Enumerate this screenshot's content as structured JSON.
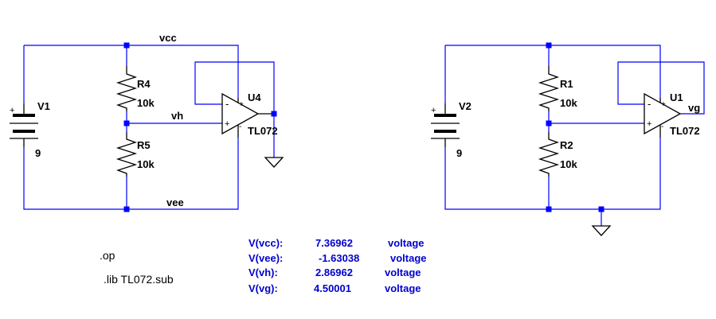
{
  "colors": {
    "wire": "#0000ff",
    "node": "#0000ff",
    "part": "#000000",
    "result_text": "#0000cd",
    "background": "#ffffff"
  },
  "left_circuit": {
    "source": {
      "name": "V1",
      "value": "9"
    },
    "r_top": {
      "name": "R4",
      "value": "10k"
    },
    "r_bottom": {
      "name": "R5",
      "value": "10k"
    },
    "opamp": {
      "name": "U4",
      "model": "TL072",
      "minus": "-",
      "plus": "+"
    },
    "net_top": "vcc",
    "net_mid": "vh",
    "net_bottom": "vee",
    "battery_plus": "+"
  },
  "right_circuit": {
    "source": {
      "name": "V2",
      "value": "9"
    },
    "r_top": {
      "name": "R1",
      "value": "10k"
    },
    "r_bottom": {
      "name": "R2",
      "value": "10k"
    },
    "opamp": {
      "name": "U1",
      "model": "TL072",
      "minus": "-",
      "plus": "+"
    },
    "net_out": "vg",
    "battery_plus": "+"
  },
  "directives": {
    "op": ".op",
    "lib": ".lib TL072.sub"
  },
  "results": [
    {
      "name": "V(vcc):",
      "value": "7.36962",
      "unit": "voltage"
    },
    {
      "name": "V(vee):",
      "value": "-1.63038",
      "unit": "voltage"
    },
    {
      "name": "V(vh):",
      "value": "2.86962",
      "unit": "voltage"
    },
    {
      "name": "V(vg):",
      "value": "4.50001",
      "unit": "voltage"
    }
  ]
}
